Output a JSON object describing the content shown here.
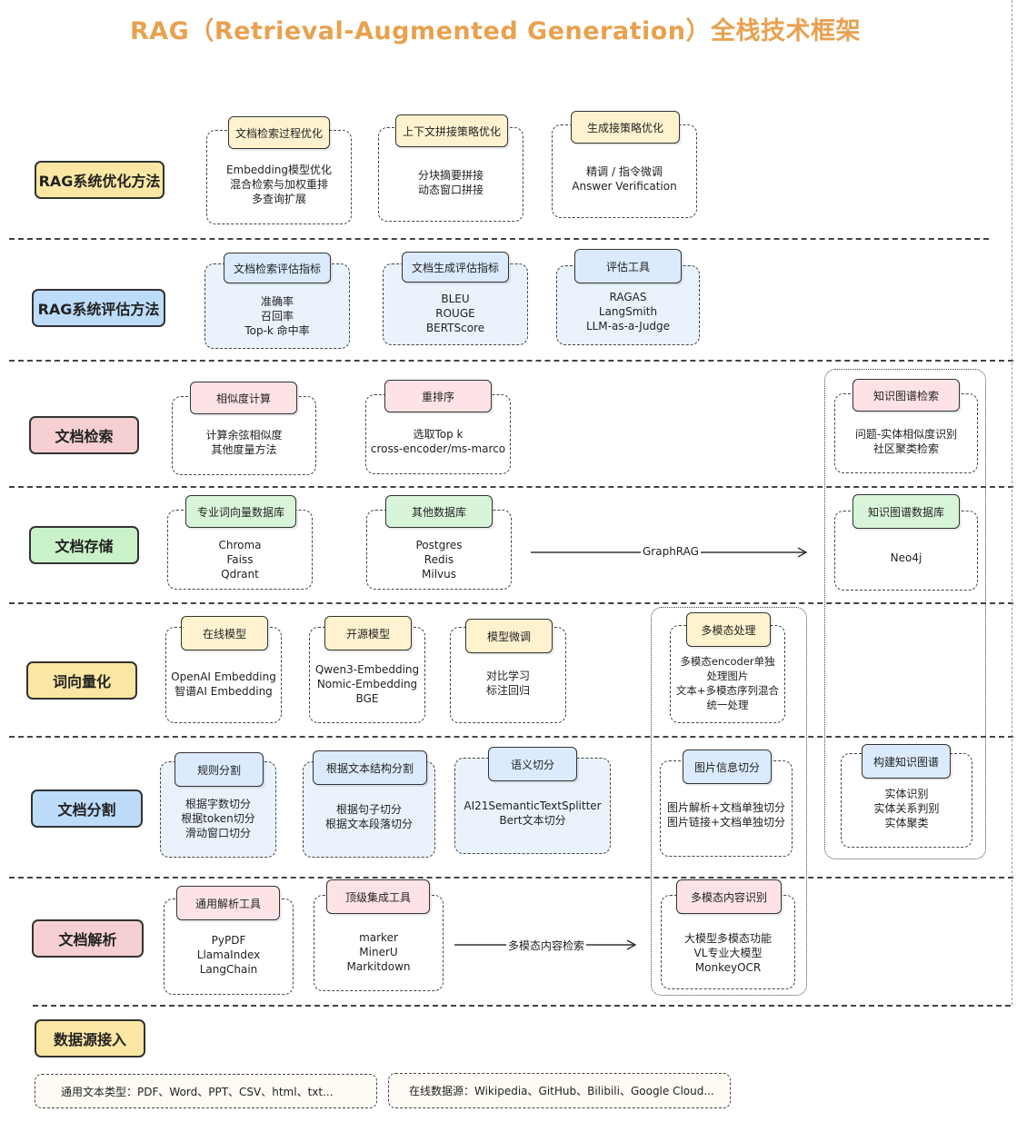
{
  "title": "RAG（Retrieval-Augmented Generation）全栈技术框架",
  "colors": {
    "title": "#e8a14f",
    "yellow": "#fbe7a3",
    "blue": "#bcdcfa",
    "pink": "#f6cfd2",
    "green": "#c9f2c8"
  },
  "rows": {
    "opt": "RAG系统优化方法",
    "eval": "RAG系统评估方法",
    "retrieval": "文档检索",
    "storage": "文档存储",
    "embed": "词向量化",
    "split": "文档分割",
    "parse": "文档解析",
    "source": "数据源接入"
  },
  "cards": {
    "c1": {
      "title": "文档检索过程优化",
      "lines": [
        "Embedding模型优化",
        "混合检索与加权重排",
        "多查询扩展"
      ]
    },
    "c2": {
      "title": "上下文拼接策略优化",
      "lines": [
        "分块摘要拼接",
        "动态窗口拼接"
      ]
    },
    "c3": {
      "title": "生成接策略优化",
      "lines": [
        "精调 / 指令微调",
        "Answer Verification"
      ]
    },
    "c4": {
      "title": "文档检索评估指标",
      "lines": [
        "准确率",
        "召回率",
        "Top-k 命中率"
      ]
    },
    "c5": {
      "title": "文档生成评估指标",
      "lines": [
        "BLEU",
        "ROUGE",
        "BERTScore"
      ]
    },
    "c6": {
      "title": "评估工具",
      "lines": [
        "RAGAS",
        "LangSmith",
        "LLM-as-a-Judge"
      ]
    },
    "c7": {
      "title": "相似度计算",
      "lines": [
        "计算余弦相似度",
        "其他度量方法"
      ]
    },
    "c8": {
      "title": "重排序",
      "lines": [
        "选取Top k",
        "cross-encoder/ms-marco"
      ]
    },
    "c9": {
      "title": "知识图谱检索",
      "lines": [
        "问题-实体相似度识别",
        "社区聚类检索"
      ]
    },
    "c10": {
      "title": "专业词向量数据库",
      "lines": [
        "Chroma",
        "Faiss",
        "Qdrant"
      ]
    },
    "c11": {
      "title": "其他数据库",
      "lines": [
        "Postgres",
        "Redis",
        "Milvus"
      ]
    },
    "c12": {
      "title": "知识图谱数据库",
      "lines": [
        "Neo4j"
      ]
    },
    "c13": {
      "title": "在线模型",
      "lines": [
        "OpenAI Embedding",
        "智谱AI Embedding"
      ]
    },
    "c14": {
      "title": "开源模型",
      "lines": [
        "Qwen3-Embedding",
        "Nomic-Embedding",
        "BGE"
      ]
    },
    "c15": {
      "title": "模型微调",
      "lines": [
        "对比学习",
        "标注回归"
      ]
    },
    "c16": {
      "title": "多模态处理",
      "lines": [
        "多模态encoder单独",
        "处理图片",
        "文本+多模态序列混合",
        "统一处理"
      ]
    },
    "c17": {
      "title": "规则分割",
      "lines": [
        "根据字数切分",
        "根据token切分",
        "滑动窗口切分"
      ]
    },
    "c18": {
      "title": "根据文本结构分割",
      "lines": [
        "根据句子切分",
        "根据文本段落切分"
      ]
    },
    "c19": {
      "title": "语义切分",
      "lines": [
        "AI21SemanticTextSplitter",
        "Bert文本切分"
      ]
    },
    "c20": {
      "title": "图片信息切分",
      "lines": [
        "图片解析+文档单独切分",
        "图片链接+文档单独切分"
      ]
    },
    "c21": {
      "title": "构建知识图谱",
      "lines": [
        "实体识别",
        "实体关系判别",
        "实体聚类"
      ]
    },
    "c22": {
      "title": "通用解析工具",
      "lines": [
        "PyPDF",
        "LlamaIndex",
        "LangChain"
      ]
    },
    "c23": {
      "title": "顶级集成工具",
      "lines": [
        "marker",
        "MinerU",
        "Markitdown"
      ]
    },
    "c24": {
      "title": "多模态内容识别",
      "lines": [
        "大模型多模态功能",
        "VL专业大模型",
        "MonkeyOCR"
      ]
    }
  },
  "arrows": {
    "graphrag": "GraphRAG",
    "multimodal_retrieval": "多模态内容检索"
  },
  "sources": {
    "text_types": "通用文本类型：PDF、Word、PPT、CSV、html、txt...",
    "online": "在线数据源：Wikipedia、GitHub、Bilibili、Google Cloud..."
  }
}
